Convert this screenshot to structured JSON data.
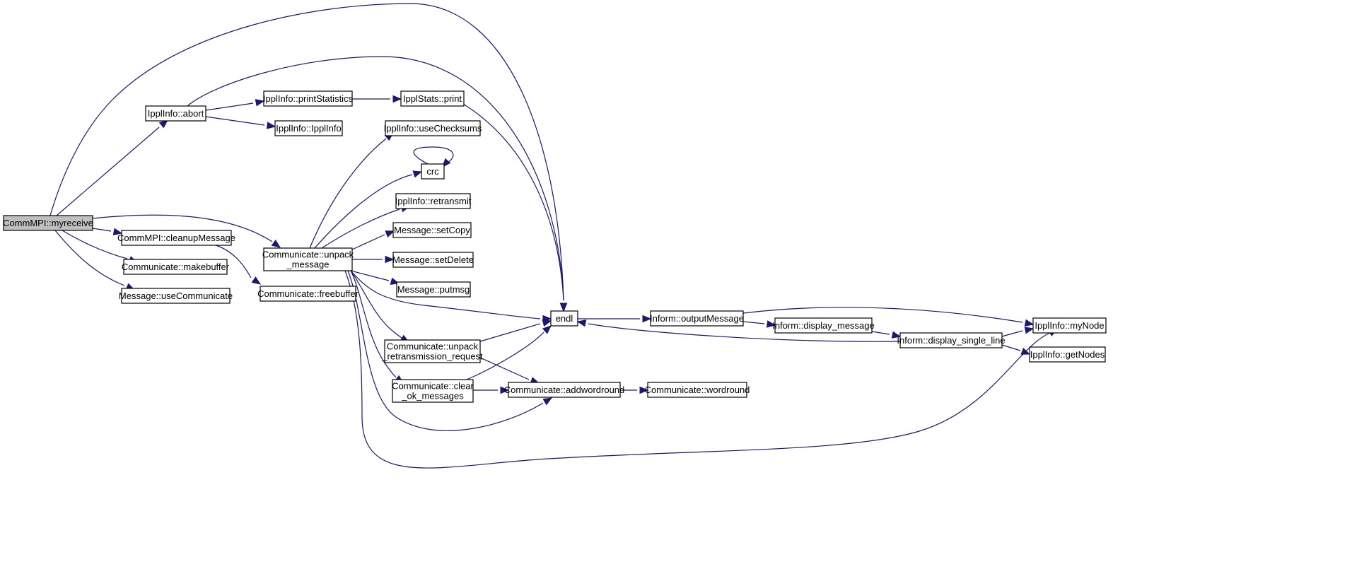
{
  "graph": {
    "colors": {
      "edge": "#191970",
      "node_fill": "#ffffff",
      "root_fill": "#bfbfbf",
      "node_border": "#000000"
    },
    "nodes": [
      {
        "id": "myreceive",
        "lines": [
          "CommMPI::myreceive"
        ],
        "root": true
      },
      {
        "id": "abort",
        "lines": [
          "IpplInfo::abort"
        ]
      },
      {
        "id": "printStatistics",
        "lines": [
          "IpplInfo::printStatistics"
        ]
      },
      {
        "id": "ipplinfo_ctor",
        "lines": [
          "IpplInfo::IpplInfo"
        ]
      },
      {
        "id": "stats_print",
        "lines": [
          "IpplStats::print"
        ]
      },
      {
        "id": "useChecksums",
        "lines": [
          "IpplInfo::useChecksums"
        ]
      },
      {
        "id": "crc",
        "lines": [
          "crc"
        ]
      },
      {
        "id": "retransmit",
        "lines": [
          "IpplInfo::retransmit"
        ]
      },
      {
        "id": "setCopy",
        "lines": [
          "Message::setCopy"
        ]
      },
      {
        "id": "setDelete",
        "lines": [
          "Message::setDelete"
        ]
      },
      {
        "id": "putmsg",
        "lines": [
          "Message::putmsg"
        ]
      },
      {
        "id": "cleanupMessage",
        "lines": [
          "CommMPI::cleanupMessage"
        ]
      },
      {
        "id": "makebuffer",
        "lines": [
          "Communicate::makebuffer"
        ]
      },
      {
        "id": "useCommunicate",
        "lines": [
          "Message::useCommunicate"
        ]
      },
      {
        "id": "unpack_message",
        "lines": [
          "Communicate::unpack",
          "_message"
        ]
      },
      {
        "id": "freebuffer",
        "lines": [
          "Communicate::freebuffer"
        ]
      },
      {
        "id": "endl",
        "lines": [
          "endl"
        ]
      },
      {
        "id": "outputMessage",
        "lines": [
          "Inform::outputMessage"
        ]
      },
      {
        "id": "display_message",
        "lines": [
          "Inform::display_message"
        ]
      },
      {
        "id": "display_single_line",
        "lines": [
          "Inform::display_single_line"
        ]
      },
      {
        "id": "myNode",
        "lines": [
          "IpplInfo::myNode"
        ]
      },
      {
        "id": "getNodes",
        "lines": [
          "IpplInfo::getNodes"
        ]
      },
      {
        "id": "unpack_retransmission_request",
        "lines": [
          "Communicate::unpack",
          "_retransmission_request"
        ]
      },
      {
        "id": "clear_ok_messages",
        "lines": [
          "Communicate::clear",
          "_ok_messages"
        ]
      },
      {
        "id": "addwordround",
        "lines": [
          "Communicate::addwordround"
        ]
      },
      {
        "id": "wordround",
        "lines": [
          "Communicate::wordround"
        ]
      }
    ],
    "edges": [
      {
        "from": "myreceive",
        "to": "endl"
      },
      {
        "from": "myreceive",
        "to": "abort"
      },
      {
        "from": "myreceive",
        "to": "unpack_message"
      },
      {
        "from": "myreceive",
        "to": "cleanupMessage"
      },
      {
        "from": "myreceive",
        "to": "makebuffer"
      },
      {
        "from": "myreceive",
        "to": "useCommunicate"
      },
      {
        "from": "abort",
        "to": "endl"
      },
      {
        "from": "abort",
        "to": "printStatistics"
      },
      {
        "from": "abort",
        "to": "ipplinfo_ctor"
      },
      {
        "from": "printStatistics",
        "to": "stats_print"
      },
      {
        "from": "stats_print",
        "to": "endl"
      },
      {
        "from": "cleanupMessage",
        "to": "freebuffer"
      },
      {
        "from": "unpack_message",
        "to": "useChecksums"
      },
      {
        "from": "unpack_message",
        "to": "crc"
      },
      {
        "from": "crc",
        "to": "crc"
      },
      {
        "from": "unpack_message",
        "to": "retransmit"
      },
      {
        "from": "unpack_message",
        "to": "setCopy"
      },
      {
        "from": "unpack_message",
        "to": "setDelete"
      },
      {
        "from": "unpack_message",
        "to": "putmsg"
      },
      {
        "from": "unpack_message",
        "to": "endl"
      },
      {
        "from": "unpack_message",
        "to": "unpack_retransmission_request"
      },
      {
        "from": "unpack_message",
        "to": "clear_ok_messages"
      },
      {
        "from": "unpack_message",
        "to": "addwordround"
      },
      {
        "from": "unpack_message",
        "to": "myNode"
      },
      {
        "from": "unpack_retransmission_request",
        "to": "endl"
      },
      {
        "from": "unpack_retransmission_request",
        "to": "addwordround"
      },
      {
        "from": "clear_ok_messages",
        "to": "endl"
      },
      {
        "from": "clear_ok_messages",
        "to": "addwordround"
      },
      {
        "from": "addwordround",
        "to": "wordround"
      },
      {
        "from": "endl",
        "to": "outputMessage"
      },
      {
        "from": "outputMessage",
        "to": "myNode"
      },
      {
        "from": "outputMessage",
        "to": "display_message"
      },
      {
        "from": "display_message",
        "to": "display_single_line"
      },
      {
        "from": "display_single_line",
        "to": "endl"
      },
      {
        "from": "display_single_line",
        "to": "myNode"
      },
      {
        "from": "display_single_line",
        "to": "getNodes"
      }
    ]
  }
}
